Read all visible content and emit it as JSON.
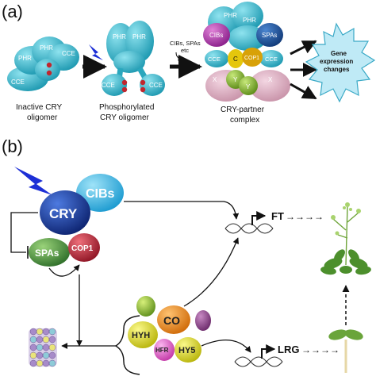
{
  "panel_a": {
    "label": "(a)",
    "stage1": {
      "phr_top": "PHR",
      "phr_left": "PHR",
      "cce_right": "CCE",
      "cce_left": "CCE",
      "caption_line1": "Inactive CRY",
      "caption_line2": "oligomer"
    },
    "stage2": {
      "phr_left": "PHR",
      "phr_right": "PHR",
      "cce_left": "CCE",
      "cce_right": "CCE",
      "caption_line1": "Phosphorylated",
      "caption_line2": "CRY   oligomer"
    },
    "arrow_label_line1": "CIBs, SPAs",
    "arrow_label_line2": "etc",
    "stage3": {
      "phr_a": "PHR",
      "phr_b": "PHR",
      "cibs": "CIBs",
      "spas": "SPAs",
      "c": "C",
      "cop1": "COP1",
      "cce_left": "CCE",
      "cce_right": "CCE",
      "x_left": "X",
      "x_right": "X",
      "y_left": "Y",
      "y_right": "Y",
      "caption_line1": "CRY-partner",
      "caption_line2": "complex"
    },
    "burst_line1": "Gene",
    "burst_line2": "expression",
    "burst_line3": "changes",
    "phospho_mark": "−"
  },
  "panel_b": {
    "label": "(b)",
    "cry": "CRY",
    "cibs": "CIBs",
    "spas": "SPAs",
    "cop1": "COP1",
    "co": "CO",
    "hyh": "HYH",
    "hfr": "HFR",
    "hy5": "HY5",
    "ft": "FT",
    "lrg": "LRG",
    "arrow_tail": "→→→→"
  },
  "colors": {
    "cry_teal": "#3bb6cc",
    "cry_dark": "#1f3f9e",
    "cibs": "#3fb5e0",
    "spas": "#4e9a3e",
    "cop1": "#c02a3a",
    "co": "#e8891c",
    "hyh_hy5": "#e4e01e",
    "hfr": "#e15cc8",
    "lightning": "#1d2fd6",
    "burst": "#bfeaf6"
  }
}
